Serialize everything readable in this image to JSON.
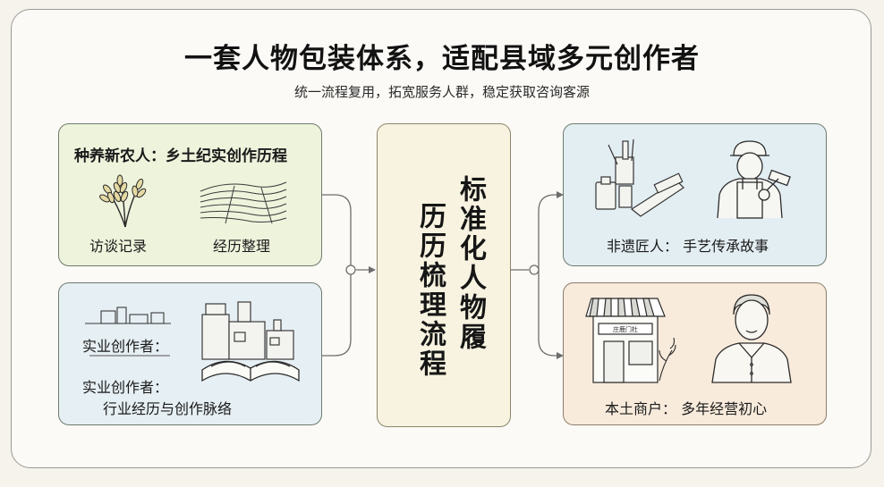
{
  "header": {
    "title": "一套人物包装体系，适配县域多元创作者",
    "subtitle": "统一流程复用，拓宽服务人群，稳定获取咨询客源"
  },
  "left_top": {
    "title": "种养新农人：乡土纪实创作历程",
    "caption_left": "访谈记录",
    "caption_right": "经历整理",
    "icons": [
      "wheat-icon",
      "farmland-icon"
    ]
  },
  "left_bottom": {
    "label_1": "实业创作者：",
    "label_2": "实业创作者：",
    "label_3": "行业经历与创作脉络",
    "icons": [
      "factory-icon",
      "open-book-icon"
    ]
  },
  "center": {
    "col_right": "标准化人物履",
    "col_left": "历历梳理流程"
  },
  "right_top": {
    "title": "非遗匠人：  手艺传承故事",
    "icons": [
      "craft-tools-icon",
      "craftsman-icon"
    ]
  },
  "right_bottom": {
    "title": "本土商户：  多年经营初心",
    "shop_sign": "庄鹿门杜",
    "icons": [
      "storefront-icon",
      "shopkeeper-icon"
    ]
  },
  "colors": {
    "farm_bg": "#eef3dc",
    "maker_bg": "#e6eff3",
    "center_bg": "#f8f3e0",
    "artisan_bg": "#e3eef3",
    "merchant_bg": "#f8ebdc"
  }
}
